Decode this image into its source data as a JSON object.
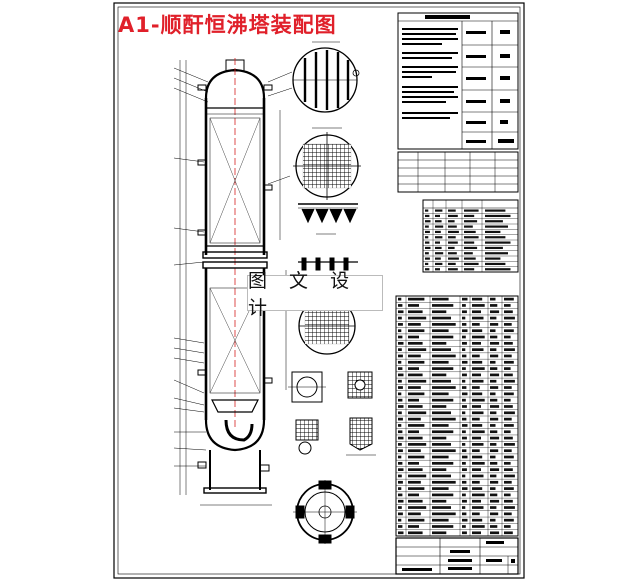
{
  "drawing": {
    "title": "A1-顺酐恒沸塔装配图",
    "watermark": "图 文 设 计"
  },
  "parts_table": {
    "rows": 38
  },
  "nozzle_table": {
    "rows": 12
  }
}
